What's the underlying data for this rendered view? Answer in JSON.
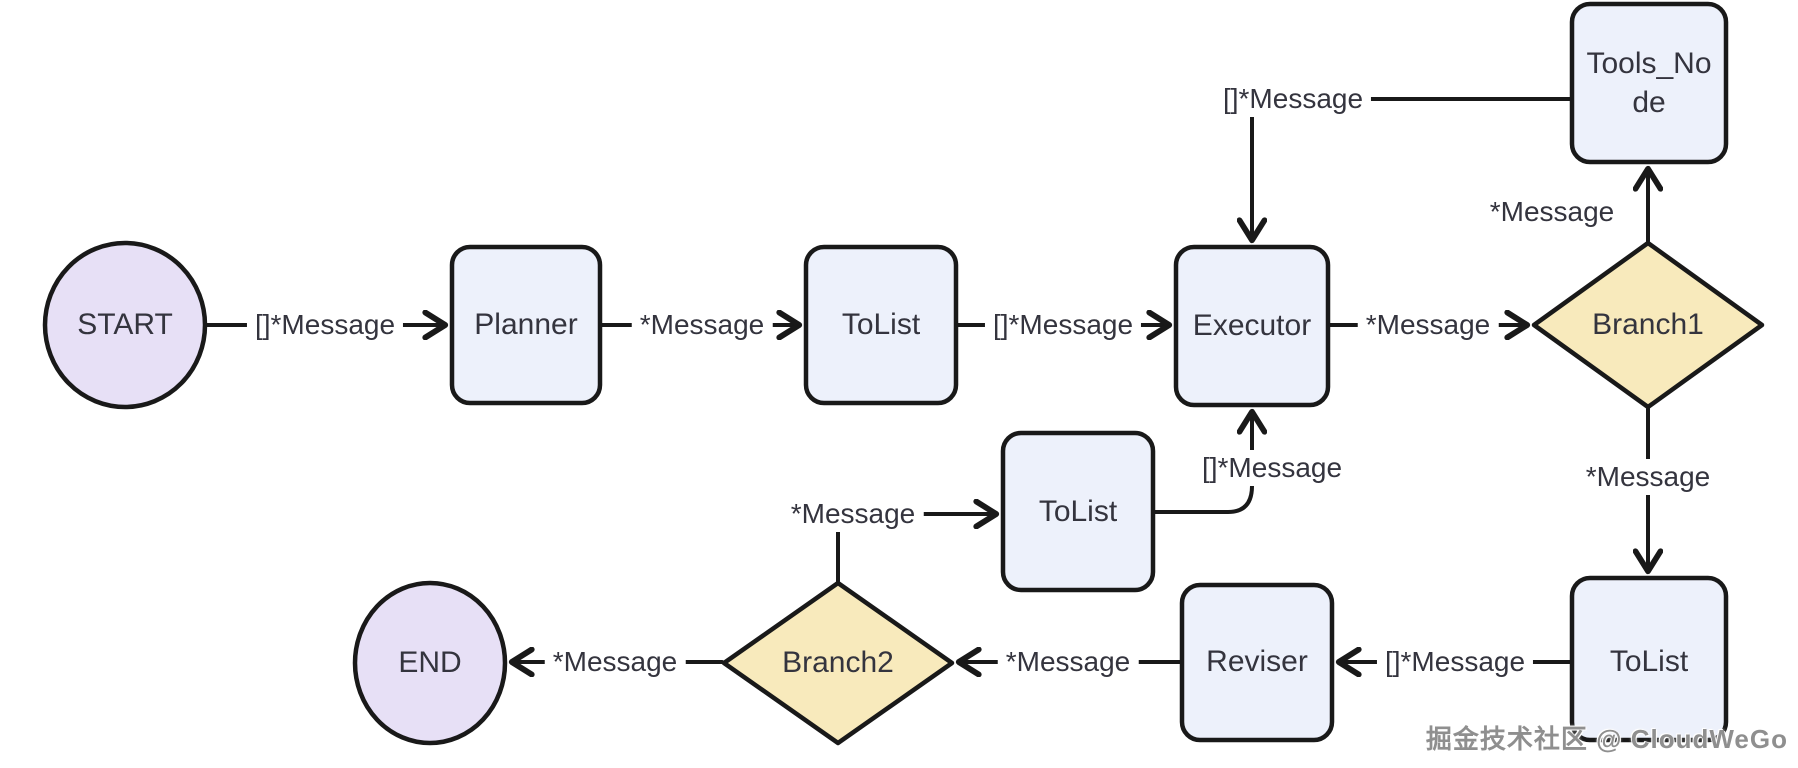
{
  "diagram": {
    "nodes": [
      {
        "id": "start",
        "label": "START",
        "shape": "circle"
      },
      {
        "id": "planner",
        "label": "Planner",
        "shape": "rect"
      },
      {
        "id": "tolist_top",
        "label": "ToList",
        "shape": "rect"
      },
      {
        "id": "executor",
        "label": "Executor",
        "shape": "rect"
      },
      {
        "id": "branch1",
        "label": "Branch1",
        "shape": "diamond"
      },
      {
        "id": "tools_node",
        "label": "Tools_Node",
        "shape": "rect"
      },
      {
        "id": "tolist_mid",
        "label": "ToList",
        "shape": "rect"
      },
      {
        "id": "branch2",
        "label": "Branch2",
        "shape": "diamond"
      },
      {
        "id": "reviser",
        "label": "Reviser",
        "shape": "rect"
      },
      {
        "id": "tolist_right",
        "label": "ToList",
        "shape": "rect"
      },
      {
        "id": "end",
        "label": "END",
        "shape": "circle"
      }
    ],
    "edges": [
      {
        "from": "START",
        "to": "Planner",
        "label": "[]*Message"
      },
      {
        "from": "Planner",
        "to": "ToList",
        "label": "*Message"
      },
      {
        "from": "ToList",
        "to": "Executor",
        "label": "[]*Message"
      },
      {
        "from": "Executor",
        "to": "Branch1",
        "label": "*Message"
      },
      {
        "from": "Branch1",
        "to": "Tools_Node",
        "label": "*Message"
      },
      {
        "from": "Tools_Node",
        "to": "Executor",
        "label": "[]*Message"
      },
      {
        "from": "ToList_mid",
        "to": "Executor",
        "label": "[]*Message"
      },
      {
        "from": "Branch1",
        "to": "ToList",
        "label": "*Message"
      },
      {
        "from": "ToList",
        "to": "Reviser",
        "label": "[]*Message"
      },
      {
        "from": "Reviser",
        "to": "Branch2",
        "label": "*Message"
      },
      {
        "from": "Branch2",
        "to": "END",
        "label": "*Message"
      },
      {
        "from": "Branch2",
        "to": "ToList_mid",
        "label": "*Message"
      }
    ]
  },
  "colors": {
    "node_fill": "#edf1fb",
    "node_stroke": "#191919",
    "circle_fill": "#e7e0f6",
    "diamond_fill": "#f8eabc",
    "edge_color": "#191919",
    "label_color": "#34343e"
  },
  "watermark": "掘金技术社区 @ CloudWeGo"
}
